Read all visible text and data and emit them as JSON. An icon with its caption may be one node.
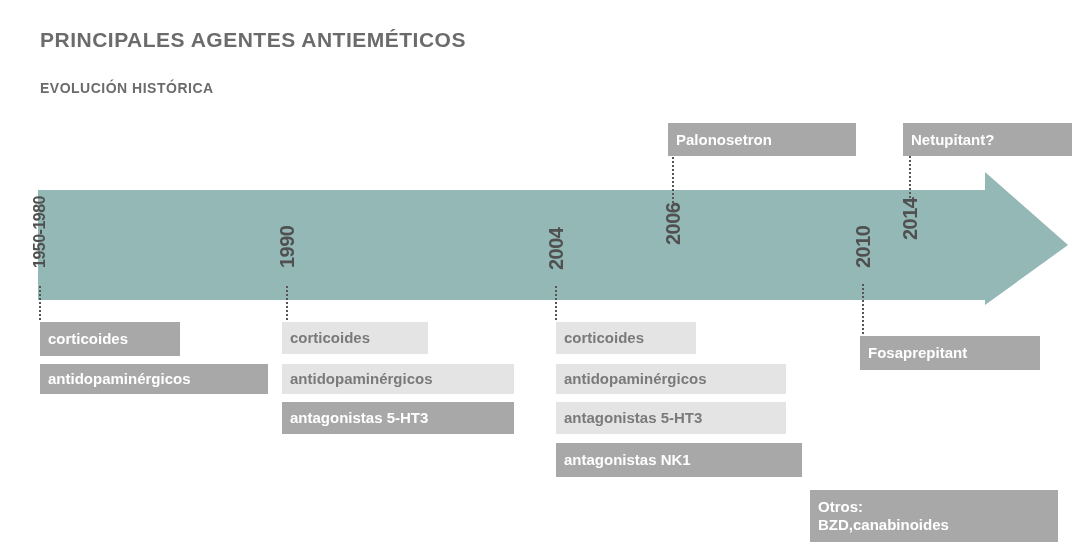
{
  "diagram": {
    "title": "PRINCIPALES AGENTES ANTIEMÉTICOS",
    "nodes": [
      {
        "text": [
          "Palonosetron"
        ]
      },
      {
        "text": [
          "Netupitant?"
        ]
      },
      {
        "text": [
          "1950-1980"
        ]
      },
      {
        "text": [
          "1990"
        ]
      },
      {
        "text": [
          "2004"
        ]
      },
      {
        "text": [
          "2006"
        ]
      },
      {
        "text": [
          "2010"
        ]
      },
      {
        "text": [
          "2014"
        ]
      },
      {
        "text": [
          "corticoides"
        ]
      },
      {
        "text": [
          "antidopaminérgicos"
        ]
      },
      {
        "text": [
          "corticoides"
        ]
      },
      {
        "text": [
          "antidopaminérgicos"
        ]
      },
      {
        "text": [
          "antagonistas 5-HT3"
        ]
      },
      {
        "text": [
          "corticoides"
        ]
      },
      {
        "text": [
          "antidopaminérgicos"
        ]
      },
      {
        "text": [
          "antagonistas 5-HT3"
        ]
      },
      {
        "text": [
          "antagonistas NK1"
        ]
      },
      {
        "text": [
          "Fosaprepitant"
        ]
      },
      {
        "text": [
          "Otros: BZD,canabinoides"
        ]
      }
    ],
    "edges": [
      {
        "from": 2,
        "to": 8,
        "arrow": "none",
        "style": "dashed"
      },
      {
        "from": 3,
        "to": 10,
        "arrow": "none",
        "style": "dashed"
      },
      {
        "from": 4,
        "to": 13,
        "arrow": "none",
        "style": "dashed"
      },
      {
        "from": 5,
        "to": 0,
        "arrow": "none",
        "style": "dashed"
      },
      {
        "from": 6,
        "to": 17,
        "arrow": "none",
        "style": "dashed"
      },
      {
        "from": 7,
        "to": 1,
        "arrow": "none",
        "style": "dashed"
      }
    ],
    "labels": [
      "EVOLUCIÓN HISTÓRICA"
    ]
  }
}
